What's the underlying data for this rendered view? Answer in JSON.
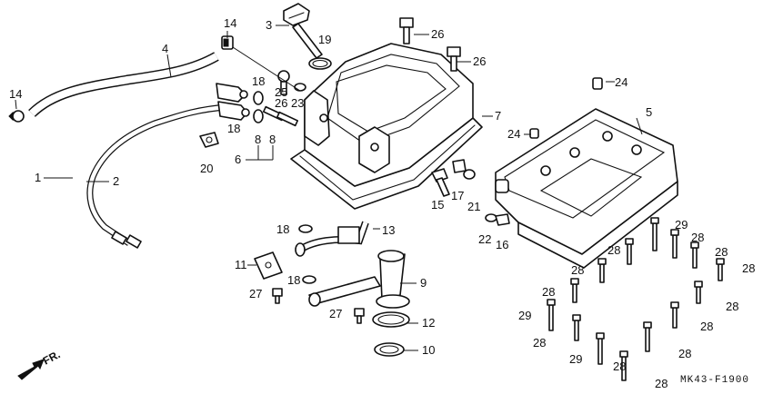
{
  "diagram": {
    "code": "MK43-F1900",
    "front_label": "FR.",
    "callouts": [
      {
        "id": "c1",
        "label": "1"
      },
      {
        "id": "c2",
        "label": "2"
      },
      {
        "id": "c3",
        "label": "3"
      },
      {
        "id": "c4",
        "label": "4"
      },
      {
        "id": "c5",
        "label": "5"
      },
      {
        "id": "c6",
        "label": "6"
      },
      {
        "id": "c7",
        "label": "7"
      },
      {
        "id": "c8a",
        "label": "8"
      },
      {
        "id": "c8b",
        "label": "8"
      },
      {
        "id": "c9",
        "label": "9"
      },
      {
        "id": "c10",
        "label": "10"
      },
      {
        "id": "c11",
        "label": "11"
      },
      {
        "id": "c12",
        "label": "12"
      },
      {
        "id": "c13",
        "label": "13"
      },
      {
        "id": "c14a",
        "label": "14"
      },
      {
        "id": "c14b",
        "label": "14"
      },
      {
        "id": "c15",
        "label": "15"
      },
      {
        "id": "c16",
        "label": "16"
      },
      {
        "id": "c17",
        "label": "17"
      },
      {
        "id": "c18a",
        "label": "18"
      },
      {
        "id": "c18b",
        "label": "18"
      },
      {
        "id": "c18c",
        "label": "18"
      },
      {
        "id": "c18d",
        "label": "18"
      },
      {
        "id": "c19",
        "label": "19"
      },
      {
        "id": "c20",
        "label": "20"
      },
      {
        "id": "c21",
        "label": "21"
      },
      {
        "id": "c22",
        "label": "22"
      },
      {
        "id": "c23",
        "label": "23"
      },
      {
        "id": "c24a",
        "label": "24"
      },
      {
        "id": "c24b",
        "label": "24"
      },
      {
        "id": "c25",
        "label": "25"
      },
      {
        "id": "c26a",
        "label": "26"
      },
      {
        "id": "c26b",
        "label": "26"
      },
      {
        "id": "c26c",
        "label": "26"
      },
      {
        "id": "c27a",
        "label": "27"
      },
      {
        "id": "c27b",
        "label": "27"
      },
      {
        "id": "c28a",
        "label": "28"
      },
      {
        "id": "c28b",
        "label": "28"
      },
      {
        "id": "c28c",
        "label": "28"
      },
      {
        "id": "c28d",
        "label": "28"
      },
      {
        "id": "c28e",
        "label": "28"
      },
      {
        "id": "c28f",
        "label": "28"
      },
      {
        "id": "c28g",
        "label": "28"
      },
      {
        "id": "c28h",
        "label": "28"
      },
      {
        "id": "c28i",
        "label": "28"
      },
      {
        "id": "c28j",
        "label": "28"
      },
      {
        "id": "c28k",
        "label": "28"
      },
      {
        "id": "c28l",
        "label": "28"
      },
      {
        "id": "c28m",
        "label": "28"
      },
      {
        "id": "c29a",
        "label": "29"
      },
      {
        "id": "c29b",
        "label": "29"
      },
      {
        "id": "c29c",
        "label": "29"
      }
    ]
  }
}
